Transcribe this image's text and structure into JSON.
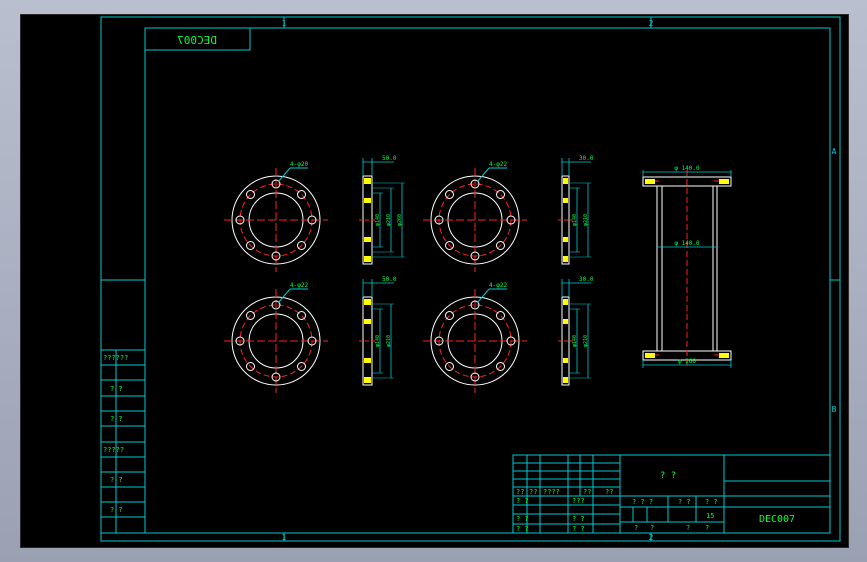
{
  "colors": {
    "background": "#000000",
    "frame": "#00c8d2",
    "geometry": "#ffffff",
    "centerline": "#ff2020",
    "dimension": "#00ff40",
    "hatch": "#ffff00"
  },
  "drawing": {
    "mirror_code": "DEC007",
    "title_text": "? ?",
    "drawing_no": "DEC007",
    "zone_top_left": "1",
    "zone_top_right": "2",
    "zone_bottom_left": "1",
    "zone_bottom_right": "2",
    "zone_right_a": "A",
    "zone_right_b": "B"
  },
  "side_table": [
    "??????",
    "? ?",
    "? ?",
    "?????",
    "? ?",
    "? ?"
  ],
  "title_block": {
    "row_labels_a": [
      "??",
      "??",
      "????",
      "??",
      "??"
    ],
    "row_labels_b": [
      "? ?",
      "???",
      "? ?",
      "? ?"
    ],
    "row_labels_c": [
      "? ?",
      "? ?"
    ],
    "scale_label": "? ? ?",
    "weight_label": "? ?",
    "sheet_label": "? ?",
    "sheet_count": "15",
    "sub_labels": [
      "?",
      "?",
      "?",
      "?"
    ]
  },
  "annotations": {
    "flange_holes_1": "4-φ20",
    "flange_holes_2": "4-φ22",
    "flange_holes_3": "4-φ22",
    "flange_holes_4": "4-φ22",
    "side_top_1": "50.0",
    "side_top_2": "30.0",
    "side_top_3": "50.0",
    "side_top_4": "30.0",
    "side_dims_1": [
      "φ140",
      "φ210",
      "φ260"
    ],
    "side_dims_2": [
      "φ140",
      "φ210"
    ],
    "side_dims_3": [
      "φ140",
      "φ210"
    ],
    "side_dims_4": [
      "φ140",
      "φ210"
    ],
    "pipe_top": "φ 140.0",
    "pipe_mid": "φ 140.0",
    "pipe_bottom": "φ 260"
  }
}
